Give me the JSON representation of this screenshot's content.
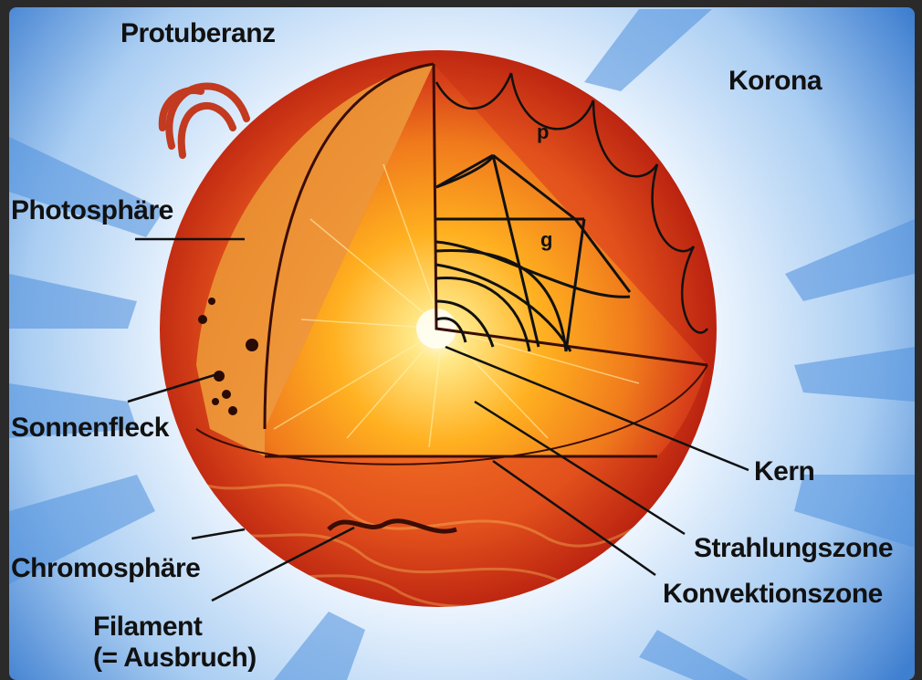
{
  "labels": {
    "protuberanz": "Protuberanz",
    "korona": "Korona",
    "photosphaere": "Photosphäre",
    "sonnenfleck": "Sonnenfleck",
    "chromosphaere": "Chromosphäre",
    "filament_line1": "Filament",
    "filament_line2": "(= Ausbruch)",
    "kern": "Kern",
    "strahlungszone": "Strahlungszone",
    "konvektionszone": "Konvektionszone"
  },
  "wave_modes": {
    "p_mode": "p",
    "g_mode": "g"
  },
  "colors": {
    "frame": "#2a2a2a",
    "sky_light": "#eef6ff",
    "sky_blue": "#3f7fd0",
    "sun_outer": "#c22a12",
    "sun_mid": "#e2501c",
    "core_white": "#fffbe6",
    "photosphere_orange": "#f0a23c"
  }
}
